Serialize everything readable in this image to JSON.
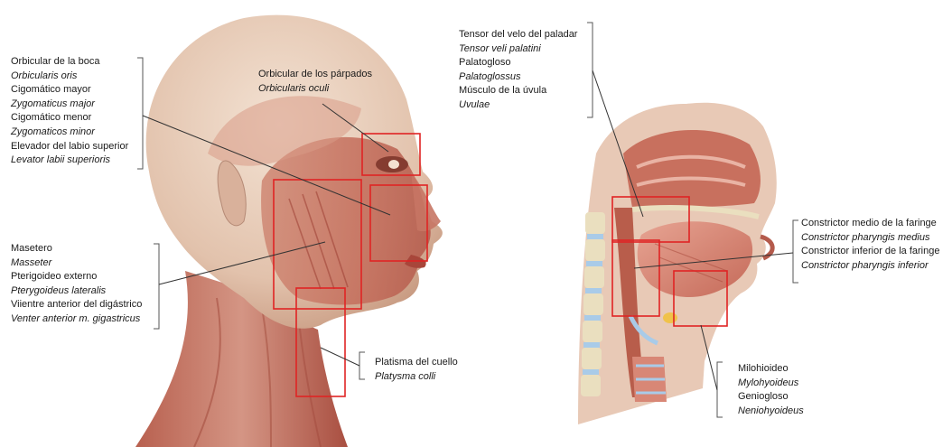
{
  "colors": {
    "skin": "#e8cdb8",
    "muscle_light": "#d99a86",
    "muscle_dark": "#b85a4a",
    "marker": "#e02424",
    "leader": "#333333",
    "bone": "#eadfbf",
    "disc": "#a9cbe8",
    "cartilage": "#f0c24a"
  },
  "groups": [
    {
      "id": "boca",
      "lines": [
        {
          "text": "Orbicular de la boca",
          "italic": false
        },
        {
          "text": "Orbicularis oris",
          "italic": true
        },
        {
          "text": "Cigomático mayor",
          "italic": false
        },
        {
          "text": "Zygomaticus major",
          "italic": true
        },
        {
          "text": "Cigomático menor",
          "italic": false
        },
        {
          "text": "Zygomaticos minor",
          "italic": true
        },
        {
          "text": "Elevador del labio superior",
          "italic": false
        },
        {
          "text": "Levator labii superioris",
          "italic": true
        }
      ]
    },
    {
      "id": "parpados",
      "lines": [
        {
          "text": "Orbicular de los párpados",
          "italic": false
        },
        {
          "text": "Orbicularis oculi",
          "italic": true
        }
      ]
    },
    {
      "id": "masetero",
      "lines": [
        {
          "text": "Masetero",
          "italic": false
        },
        {
          "text": "Masseter",
          "italic": true
        },
        {
          "text": "Pterigoideo externo",
          "italic": false
        },
        {
          "text": "Pterygoideus lateralis",
          "italic": true
        },
        {
          "text": "Viientre anterior del digástrico",
          "italic": false
        },
        {
          "text": "Venter anterior m. gigastricus",
          "italic": true
        }
      ]
    },
    {
      "id": "platisma",
      "lines": [
        {
          "text": "Platisma del cuello",
          "italic": false
        },
        {
          "text": "Platysma colli",
          "italic": true
        }
      ]
    },
    {
      "id": "tensor",
      "lines": [
        {
          "text": "Tensor del velo del paladar",
          "italic": false
        },
        {
          "text": "Tensor veli palatini",
          "italic": true
        },
        {
          "text": "Palatogloso",
          "italic": false
        },
        {
          "text": "Palatoglossus",
          "italic": true
        },
        {
          "text": "Músculo de la úvula",
          "italic": false
        },
        {
          "text": "Uvulae",
          "italic": true
        }
      ]
    },
    {
      "id": "constrictor",
      "lines": [
        {
          "text": "Constrictor medio de la faringe",
          "italic": false
        },
        {
          "text": "Constrictor pharyngis medius",
          "italic": true
        },
        {
          "text": "Constrictor inferior de la faringe",
          "italic": false
        },
        {
          "text": "Constrictor pharyngis inferior",
          "italic": true
        }
      ]
    },
    {
      "id": "milohioideo",
      "lines": [
        {
          "text": "Milohioideo",
          "italic": false
        },
        {
          "text": "Mylohyoideus",
          "italic": true
        },
        {
          "text": "Geniogloso",
          "italic": false
        },
        {
          "text": "Neniohyoideus",
          "italic": true
        }
      ]
    }
  ]
}
